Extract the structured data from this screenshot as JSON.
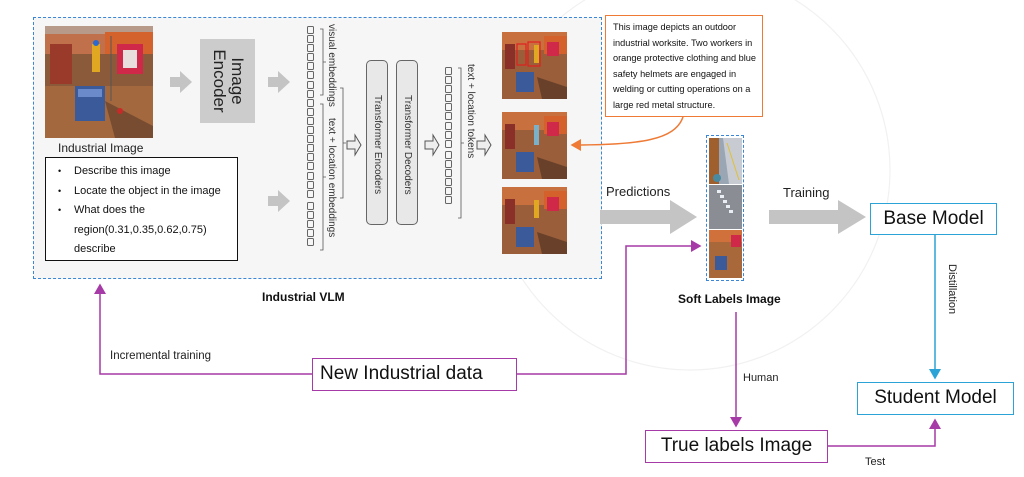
{
  "vlm": {
    "title": "Industrial VLM",
    "input_image_caption": "Industrial Image",
    "prompts": [
      "Describe this image",
      "Locate the object in the image",
      "What does the region(0.31,0.35,0.62,0.75) describe"
    ],
    "encoder_label_line1": "Image",
    "encoder_label_line2": "Encoder",
    "visual_embeddings_label": "visual embeddings",
    "text_location_embeddings_label": "text + location embeddings",
    "transformer_encoders_label": "Transformer Encoders",
    "transformer_decoders_label": "Transformer Decoders",
    "text_location_tokens_label": "text + location tokens"
  },
  "description": {
    "text": "This image depicts an outdoor industrial worksite. Two workers in orange protective clothing and blue safety helmets are engaged in welding or cutting operations on a large red metal structure."
  },
  "flow": {
    "predictions_label": "Predictions",
    "training_label": "Training",
    "soft_labels_caption": "Soft Labels Image",
    "base_model": "Base Model",
    "distillation_label": "Distillation",
    "student_model": "Student Model",
    "human_label": "Human",
    "true_labels": "True labels Image",
    "test_label": "Test",
    "new_data": "New Industrial data",
    "incremental_label": "Incremental training"
  },
  "colors": {
    "vlm_border": "#3b86d6",
    "description_border": "#ee7a35",
    "model_border": "#2ba3d6",
    "data_flow": "#a63aa6",
    "arrow_gray": "#c4c4c4"
  }
}
